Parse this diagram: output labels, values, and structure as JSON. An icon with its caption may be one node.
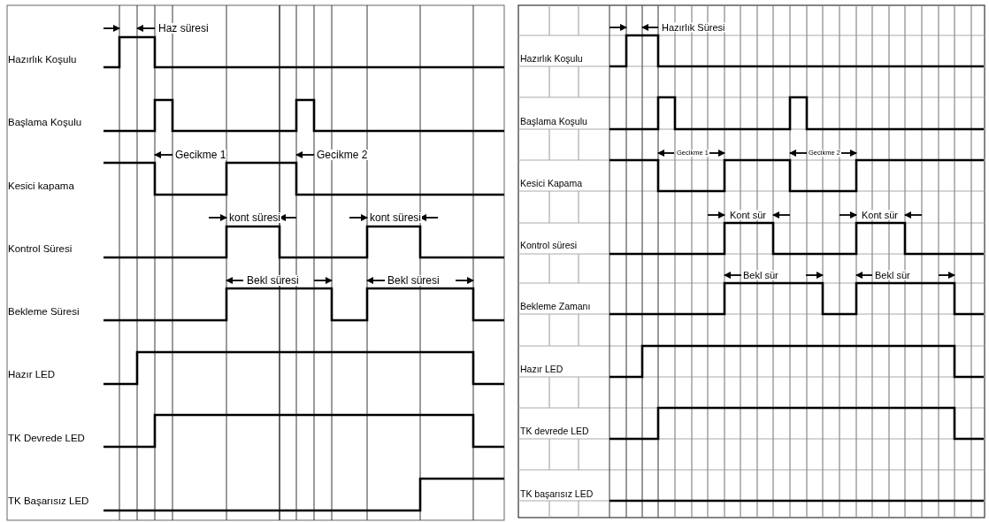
{
  "diagram": {
    "labels": [
      "Haz süresi",
      "Hazırlık Koşulu",
      "Başlama Koşulu",
      "Gecikme 1",
      "Gecikme 2",
      "Kesici kapama",
      "kont süresi",
      "kont süresi",
      "Kontrol Süresi",
      "Bekl süresi",
      "Bekl süresi",
      "Bekleme Süresi",
      "Hazır LED",
      "TK Devrede LED",
      "TK Başarısız LED",
      "Hazırlık Süresi",
      "Hazırlık Koşulu",
      "Başlama Koşulu",
      "Gecikme 1",
      "Gecikme 2",
      "Kesici Kapama",
      "Kont sür",
      "Kont sür",
      "Kontrol süresi",
      "Bekl sür",
      "Bekl sür",
      "Bekleme Zamanı",
      "Hazır LED",
      "TK devrede LED",
      "TK başarısız LED"
    ]
  }
}
